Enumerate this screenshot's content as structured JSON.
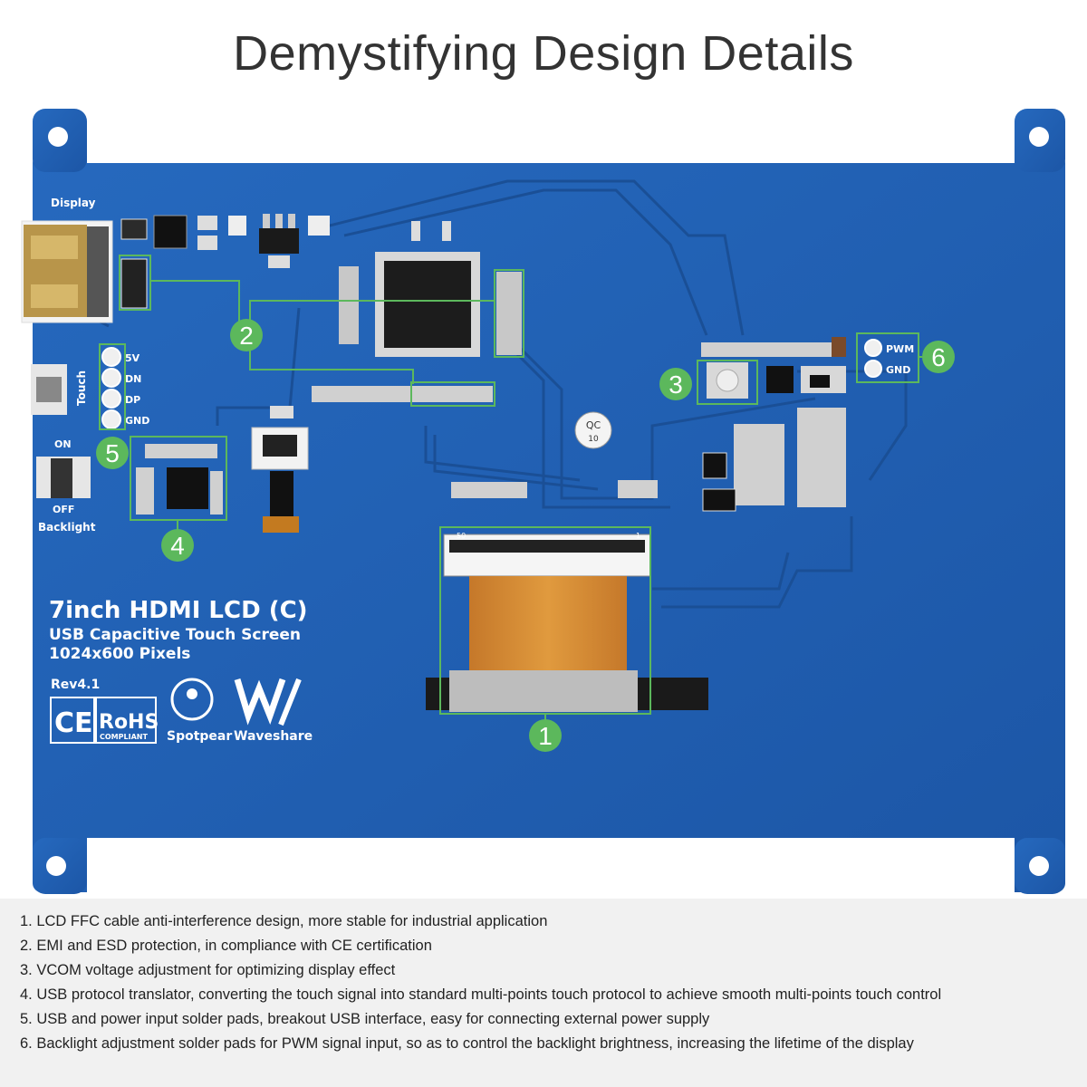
{
  "title": "Demystifying Design Details",
  "board": {
    "silkscreen": {
      "display_label": "Display",
      "touch_label": "Touch",
      "pins": [
        "5V",
        "DN",
        "DP",
        "GND"
      ],
      "switch_on": "ON",
      "switch_off": "OFF",
      "backlight_label": "Backlight",
      "product_name": "7inch HDMI LCD (C)",
      "product_sub1": "USB Capacitive Touch Screen",
      "product_sub2": "1024x600 Pixels",
      "revision": "Rev4.1",
      "ce": "CE",
      "rohs": "RoHS",
      "rohs_sub": "COMPLIANT",
      "brand1": "Spotpear",
      "brand2": "Waveshare",
      "pwm_label": "PWM",
      "gnd_label": "GND",
      "qc_label": "QC",
      "qc_num": "10",
      "ffc_pin_left": "50",
      "ffc_pin_right": "1"
    },
    "callouts": [
      "1",
      "2",
      "3",
      "4",
      "5",
      "6"
    ]
  },
  "features": [
    "1. LCD FFC cable anti-interference design, more stable for industrial application",
    "2. EMI and ESD protection, in compliance with CE certification",
    "3. VCOM voltage adjustment for optimizing display effect",
    "4. USB protocol translator, converting the touch signal into standard multi-points touch protocol to achieve smooth multi-points touch control",
    "5. USB and power input solder pads, breakout USB interface, easy for connecting external power supply",
    "6. Backlight adjustment solder pads for PWM signal input, so as to control the backlight brightness, increasing the lifetime of the display"
  ],
  "colors": {
    "pcb": "#1f5fb0",
    "callout": "#5cb85c",
    "ffc": "#d98a2b"
  }
}
